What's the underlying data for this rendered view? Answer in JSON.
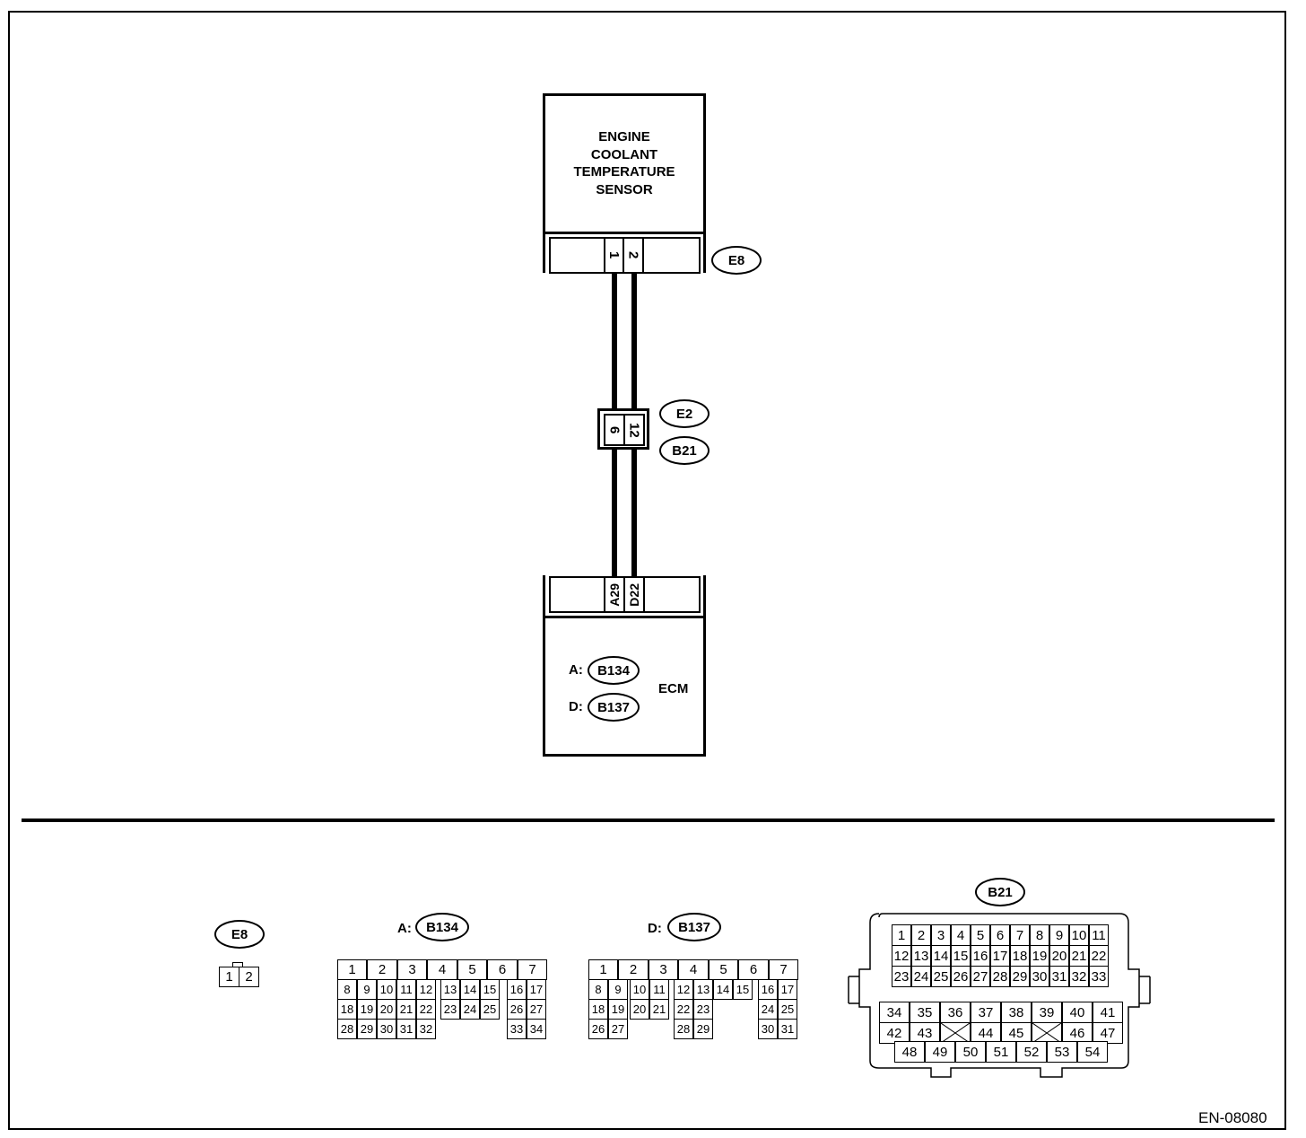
{
  "sensor": {
    "lines": [
      "ENGINE",
      "COOLANT",
      "TEMPERATURE",
      "SENSOR"
    ],
    "connector": "E8",
    "pins": [
      "1",
      "2"
    ]
  },
  "junction": {
    "connector_top": "E2",
    "connector_bottom": "B21",
    "pins": [
      "6",
      "12"
    ]
  },
  "ecm": {
    "label": "ECM",
    "pins": [
      "A29",
      "D22"
    ],
    "connectors": [
      {
        "prefix": "A:",
        "name": "B134"
      },
      {
        "prefix": "D:",
        "name": "B137"
      }
    ]
  },
  "views": {
    "e8": {
      "name": "E8",
      "pins": [
        "1",
        "2"
      ]
    },
    "b134": {
      "prefix": "A:",
      "name": "B134"
    },
    "b137": {
      "prefix": "D:",
      "name": "B137"
    },
    "b21": {
      "name": "B21"
    }
  },
  "figure_id": "EN-08080"
}
